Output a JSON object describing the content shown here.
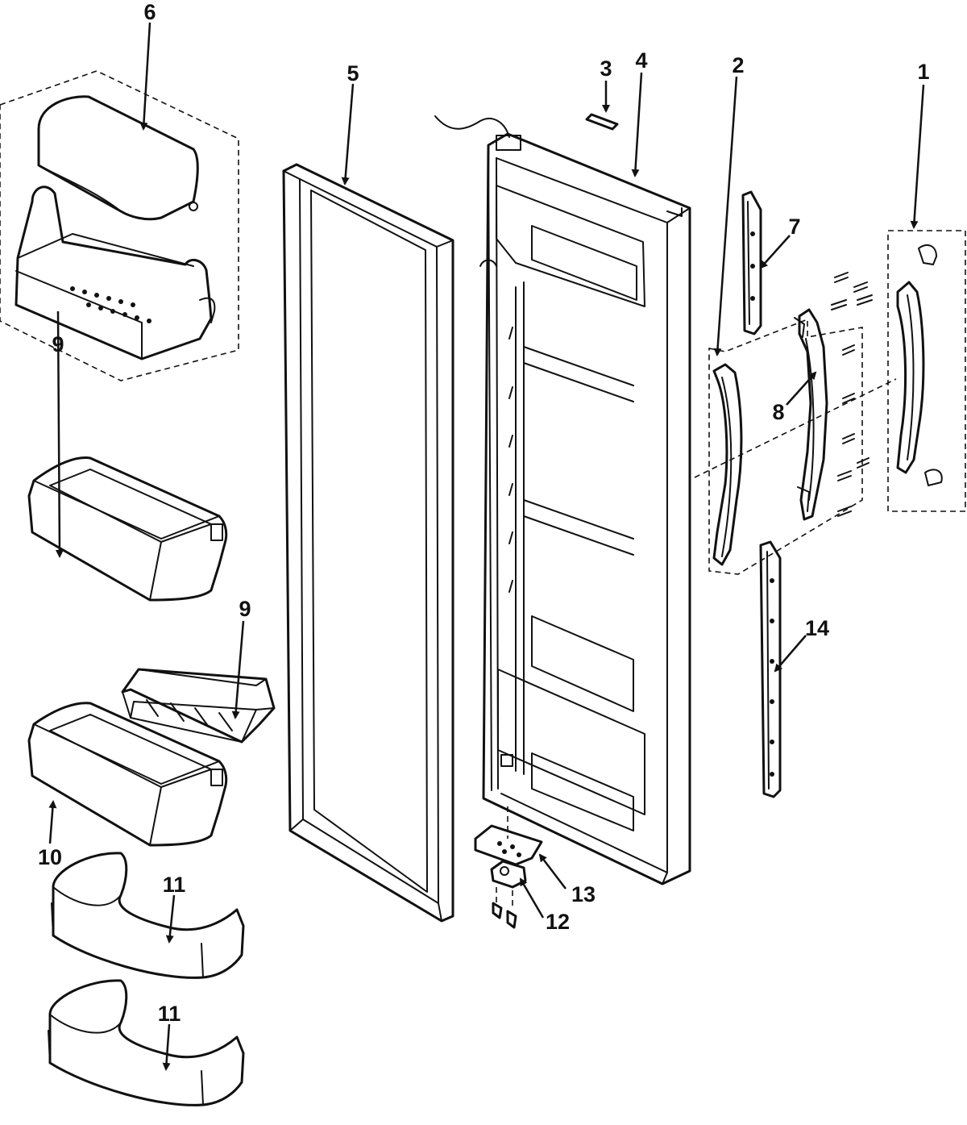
{
  "callouts": [
    {
      "id": "c1",
      "text": "1"
    },
    {
      "id": "c2",
      "text": "2"
    },
    {
      "id": "c3",
      "text": "3"
    },
    {
      "id": "c4",
      "text": "4"
    },
    {
      "id": "c5",
      "text": "5"
    },
    {
      "id": "c6",
      "text": "6"
    },
    {
      "id": "c7",
      "text": "7"
    },
    {
      "id": "c8",
      "text": "8"
    },
    {
      "id": "c9a",
      "text": "9"
    },
    {
      "id": "c9b",
      "text": "9"
    },
    {
      "id": "c10",
      "text": "10"
    },
    {
      "id": "c11a",
      "text": "11"
    },
    {
      "id": "c11b",
      "text": "11"
    },
    {
      "id": "c12",
      "text": "12"
    },
    {
      "id": "c13",
      "text": "13"
    },
    {
      "id": "c14",
      "text": "14"
    }
  ]
}
